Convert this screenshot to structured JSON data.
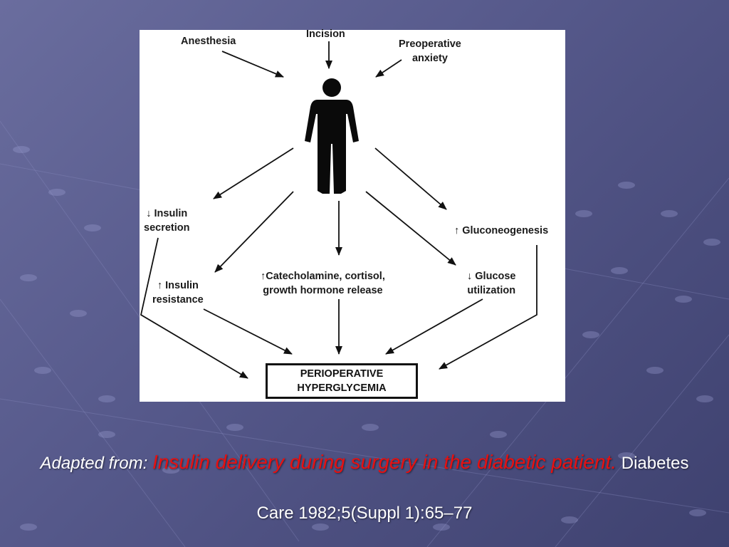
{
  "diagram": {
    "inputs": {
      "anesthesia": "Anesthesia",
      "incision": "Incision",
      "preoperative_anxiety": [
        "Preoperative",
        "anxiety"
      ]
    },
    "effects": {
      "insulin_secretion": [
        "↓ Insulin",
        "secretion"
      ],
      "insulin_resistance": [
        "↑ Insulin",
        "resistance"
      ],
      "hormone_release": [
        "↑Catecholamine, cortisol,",
        "growth hormone release"
      ],
      "glucose_utilization": [
        "↓ Glucose",
        "utilization"
      ],
      "gluconeogenesis": "↑ Gluconeogenesis"
    },
    "result": [
      "PERIOPERATIVE",
      "HYPERGLYCEMIA"
    ]
  },
  "caption": {
    "intro": "Adapted from: ",
    "title": "Insulin delivery during surgery in the diabetic patient.",
    "reference": " Diabetes Care 1982;5(Suppl 1):65–77"
  },
  "colors": {
    "background": "#55588a",
    "title_red": "#e81010",
    "caption_text": "#ffffff"
  }
}
